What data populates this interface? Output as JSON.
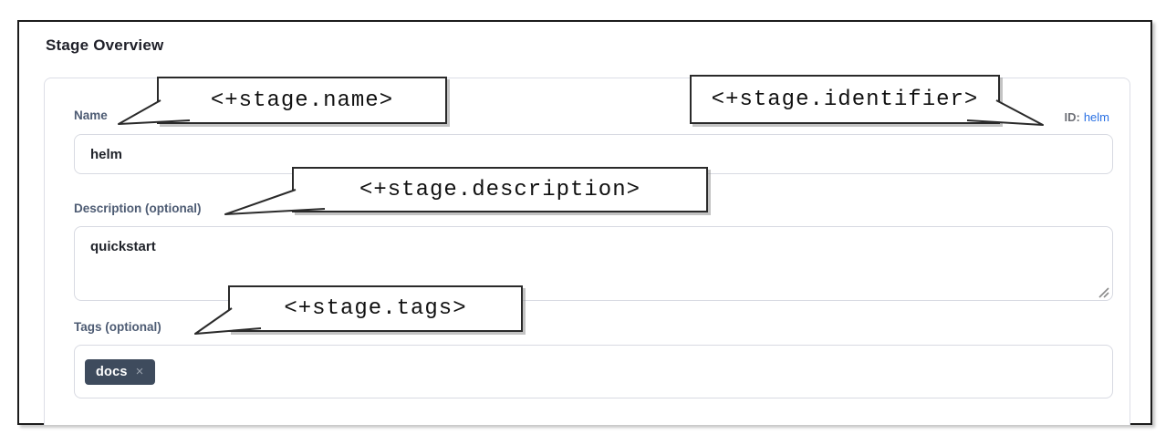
{
  "page": {
    "title": "Stage Overview"
  },
  "form": {
    "name": {
      "label": "Name",
      "value": "helm"
    },
    "identifier": {
      "caption": "ID:",
      "value": "helm"
    },
    "description": {
      "label": "Description (optional)",
      "value": "quickstart"
    },
    "tags": {
      "label": "Tags (optional)",
      "chips": [
        {
          "text": "docs",
          "remove_icon": "×"
        }
      ]
    }
  },
  "callouts": {
    "name": "<+stage.name>",
    "identifier": "<+stage.identifier>",
    "description": "<+stage.description>",
    "tags": "<+stage.tags>"
  },
  "colors": {
    "label": "#4d5b73",
    "id_link_blue": "#2970e3",
    "chip_background": "#3e4b5d",
    "input_border": "#d8dae2",
    "callout_border": "#2a2a2a"
  }
}
